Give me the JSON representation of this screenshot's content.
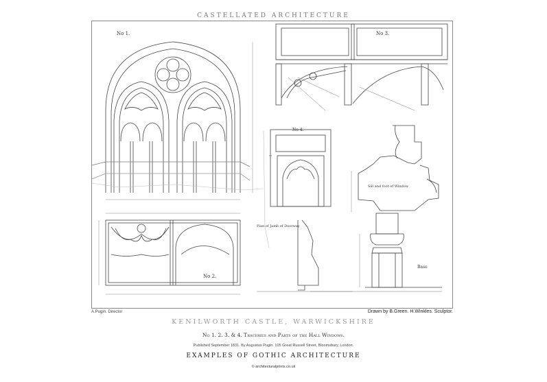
{
  "plate": {
    "header": "CASTELLATED ARCHITECTURE",
    "labels": {
      "no1": "No 1.",
      "no2": "No 2.",
      "no3": "No 3.",
      "no4": "No 4.",
      "sill": "Sill and foot of Window",
      "plan_jamb": "Plan of Jamb of Doorway",
      "base": "Base"
    }
  },
  "credits": {
    "left": "A.Pugin. Director",
    "right": "Drawn by B.Green. H.Winkles. Sculptor."
  },
  "titles": {
    "main": "KENILWORTH CASTLE, WARWICKSHIRE",
    "subtitle": "No 1. 2. 3. & 4. Traceries and Parts of the Hall Windows.",
    "published": "Published September 1831. By Augustus Pugin. 105 Great Russell Street, Bloomsbury, London.",
    "series": "EXAMPLES OF GOTHIC ARCHITECTURE",
    "website": "© architecturalprints.co.uk"
  }
}
